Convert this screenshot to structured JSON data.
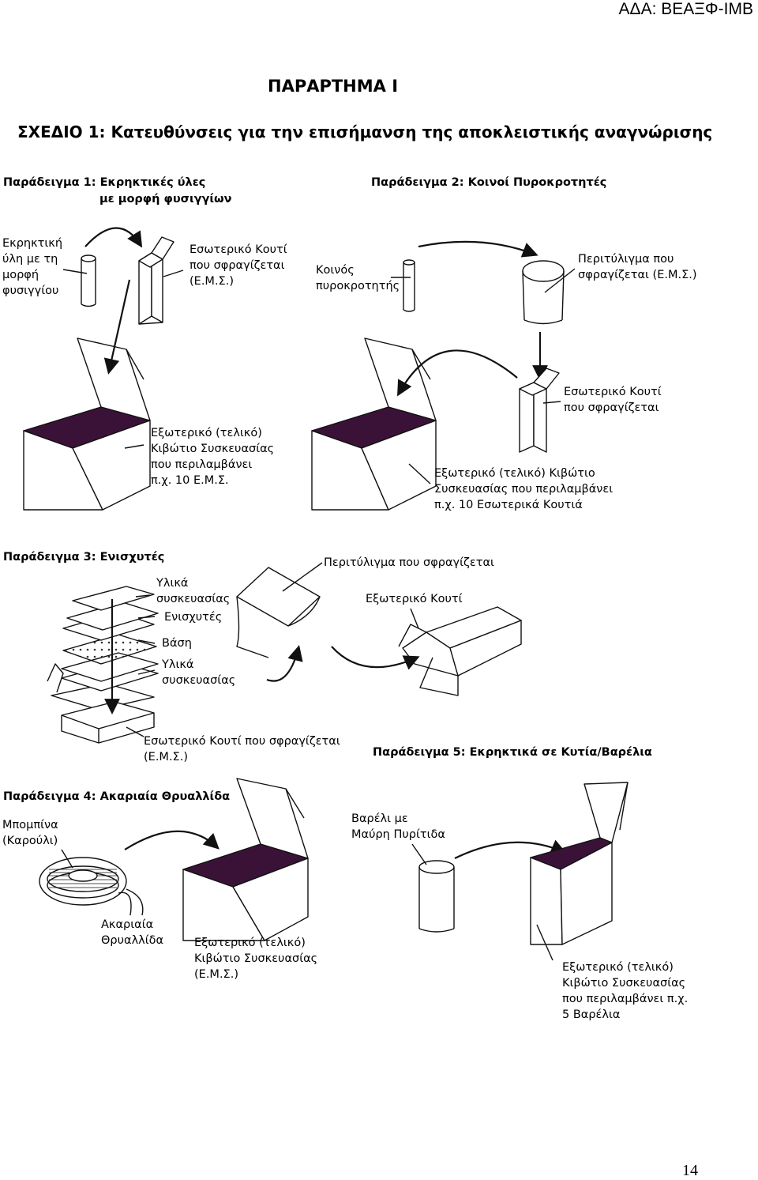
{
  "header": {
    "ada": "ΑΔΑ: ΒΕΑΞΦ-ΙΜΒ"
  },
  "title": "ΠΑΡΑΡΤΗΜΑ Ι",
  "subtitle": "ΣΧΕΔΙΟ 1: Κατευθύνσεις για την επισήμανση της αποκλειστικής αναγνώρισης",
  "examples": {
    "ex1": {
      "title_line1": "Παράδειγμα 1: Εκρηκτικές ύλες",
      "title_line2": "με μορφή φυσιγγίων",
      "label_cartridge": "Εκρηκτική\nύλη με τη\nμορφή\nφυσιγγίου",
      "label_inner_box": "Εσωτερικό Κουτί\nπου σφραγίζεται\n(Ε.Μ.Σ.)",
      "label_outer_box": "Εξωτερικό (τελικό)\nΚιβώτιο Συσκευασίας\nπου περιλαμβάνει\nπ.χ. 10 Ε.Μ.Σ."
    },
    "ex2": {
      "title": "Παράδειγμα 2: Κοινοί Πυροκροτητές",
      "label_detonator": "Κοινός\nπυροκροτητής",
      "label_wrap": "Περιτύλιγμα που\nσφραγίζεται (Ε.Μ.Σ.)",
      "label_inner_box": "Εσωτερικό Κουτί\nπου σφραγίζεται",
      "label_outer_box": "Εξωτερικό (τελικό) Κιβώτιο\nΣυσκευασίας που περιλαμβάνει\nπ.χ. 10 Εσωτερικά Κουτιά"
    },
    "ex3": {
      "title": "Παράδειγμα 3: Ενισχυτές",
      "label_packaging_top": "Υλικά\nσυσκευασίας",
      "label_boosters": "Ενισχυτές",
      "label_base": "Βάση",
      "label_packaging_bottom": "Υλικά\nσυσκευασίας",
      "label_wrap": "Περιτύλιγμα που σφραγίζεται",
      "label_outer_box": "Εξωτερικό Κουτί",
      "label_inner_box": "Εσωτερικό Κουτί που σφραγίζεται\n(Ε.Μ.Σ.)"
    },
    "ex4": {
      "title": "Παράδειγμα 4: Ακαριαία Θρυαλλίδα",
      "label_reel": "Μπομπίνα\n(Καρούλι)",
      "label_cord": "Ακαριαία\nΘρυαλλίδα",
      "label_outer_box": "Εξωτερικό (τελικό)\nΚιβώτιο Συσκευασίας\n(Ε.Μ.Σ.)"
    },
    "ex5": {
      "title": "Παράδειγμα 5: Εκρηκτικά σε Κυτία/Βαρέλια",
      "label_barrel": "Βαρέλι με\nΜαύρη Πυρίτιδα",
      "label_outer_box": "Εξωτερικό (τελικό)\nΚιβώτιο Συσκευασίας\nπου περιλαμβάνει π.χ.\n5 Βαρέλια"
    }
  },
  "page_number": "14",
  "colors": {
    "box_top": "#3a1238",
    "line": "#111111"
  }
}
